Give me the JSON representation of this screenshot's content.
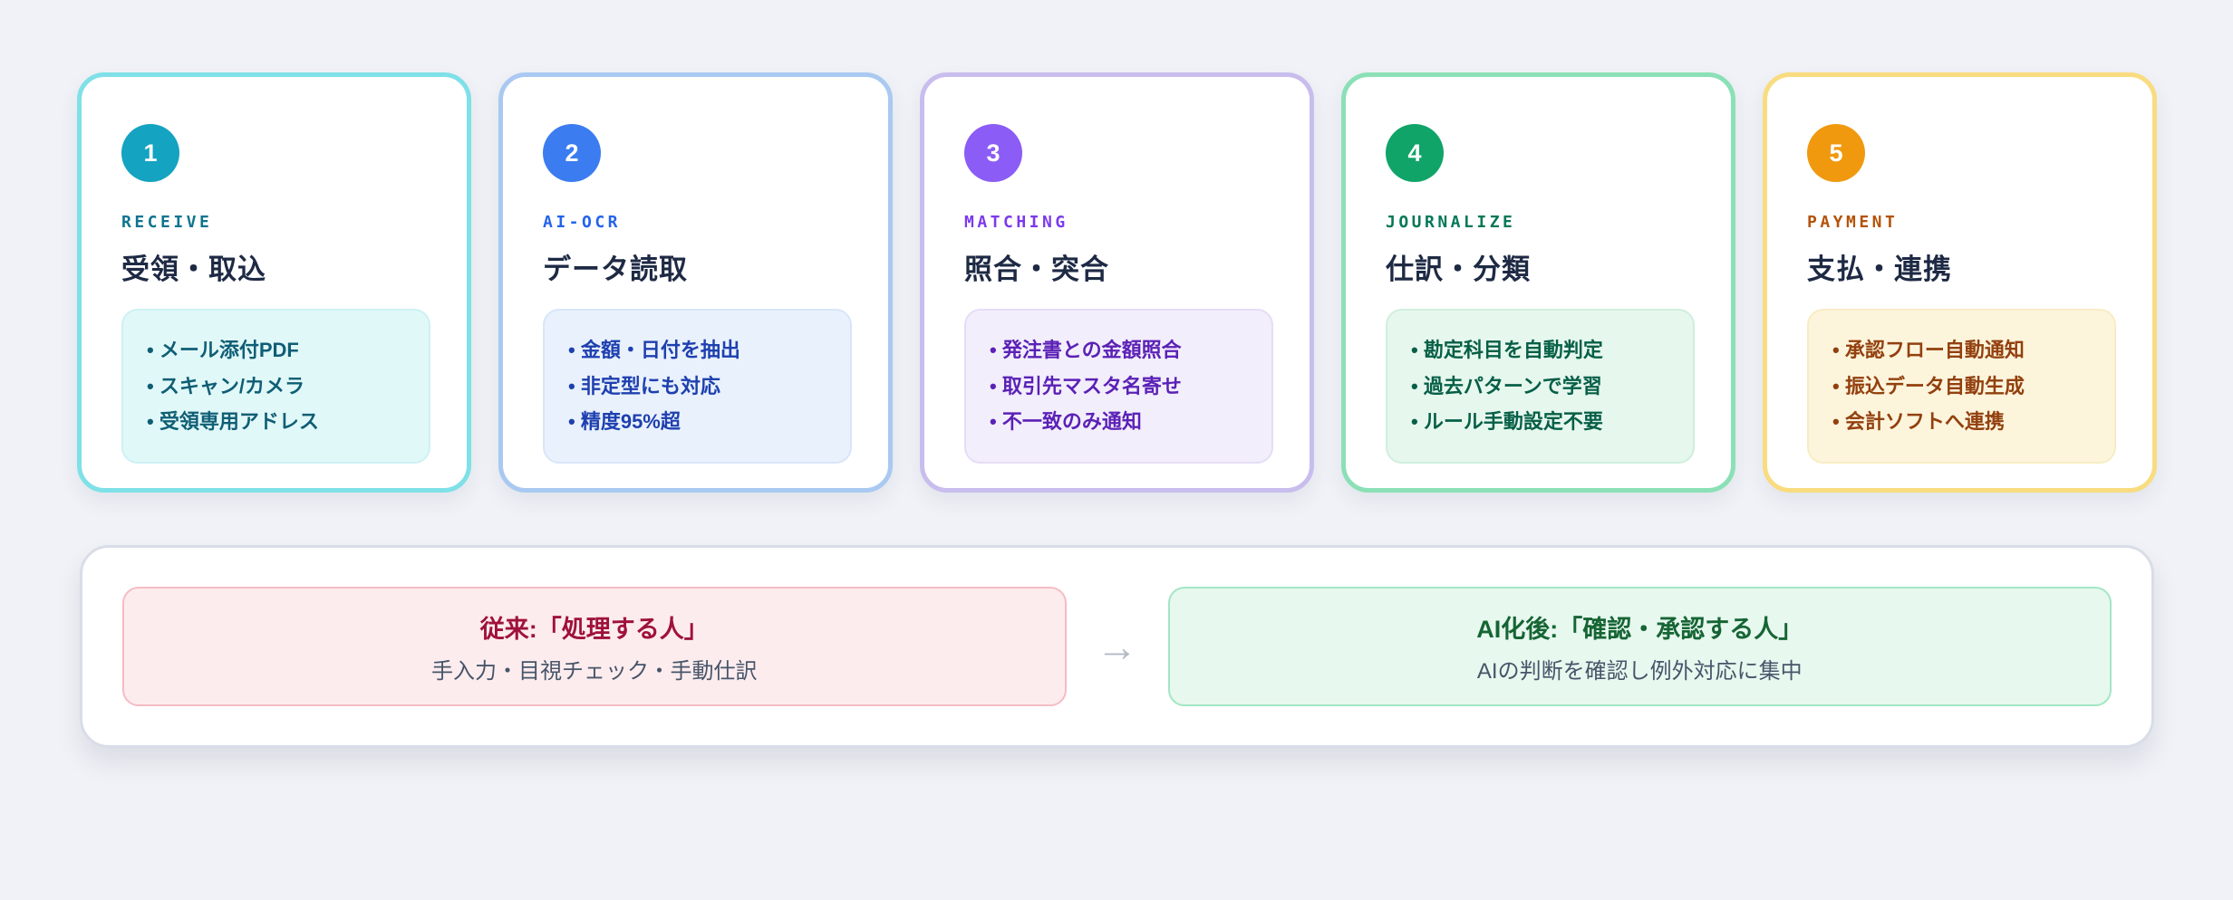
{
  "page": {
    "background_color": "#f0f2f7",
    "card_bg_color": "#ffffff",
    "title_text_color": "#1e2a44",
    "subtitle_text_color": "#475569"
  },
  "steps": [
    {
      "number": "1",
      "label": "RECEIVE",
      "title": "受領・取込",
      "bullets": [
        "メール添付PDF",
        "スキャン/カメラ",
        "受領専用アドレス"
      ],
      "colors": {
        "circle": "#14a3c0",
        "border": "#7fe0e8",
        "label": "#0e7490",
        "bullet": "#0f5e75",
        "box_bg": "#e1f8f8",
        "box_border": "#cdf1f3"
      }
    },
    {
      "number": "2",
      "label": "AI-OCR",
      "title": "データ読取",
      "bullets": [
        "金額・日付を抽出",
        "非定型にも対応",
        "精度95%超"
      ],
      "colors": {
        "circle": "#3b7cf0",
        "border": "#a9c9f1",
        "label": "#2563eb",
        "bullet": "#1e40af",
        "box_bg": "#e9f1fc",
        "box_border": "#d8e6f9"
      }
    },
    {
      "number": "3",
      "label": "MATCHING",
      "title": "照合・突合",
      "bullets": [
        "発注書との金額照合",
        "取引先マスタ名寄せ",
        "不一致のみ通知"
      ],
      "colors": {
        "circle": "#8b5cf6",
        "border": "#c9bdee",
        "label": "#7c3aed",
        "bullet": "#5b21b6",
        "box_bg": "#f2eefb",
        "box_border": "#e5ddf7"
      }
    },
    {
      "number": "4",
      "label": "JOURNALIZE",
      "title": "仕訳・分類",
      "bullets": [
        "勘定科目を自動判定",
        "過去パターンで学習",
        "ルール手動設定不要"
      ],
      "colors": {
        "circle": "#10a468",
        "border": "#8be0b6",
        "label": "#047857",
        "bullet": "#065f46",
        "box_bg": "#e6f7ee",
        "box_border": "#cfefdd"
      }
    },
    {
      "number": "5",
      "label": "PAYMENT",
      "title": "支払・連携",
      "bullets": [
        "承認フロー自動通知",
        "振込データ自動生成",
        "会計ソフトへ連携"
      ],
      "colors": {
        "circle": "#f0990f",
        "border": "#f8dc7f",
        "label": "#b45309",
        "bullet": "#92400e",
        "box_bg": "#fdf4dc",
        "box_border": "#f8ecc4"
      }
    }
  ],
  "comparison": {
    "before": {
      "title": "従来:「処理する人」",
      "subtitle": "手入力・目視チェック・手動仕訳",
      "bg_color": "#fdecee",
      "border_color": "#f5bcc4",
      "title_color": "#9f1239"
    },
    "arrow_glyph": "→",
    "after": {
      "title": "AI化後:「確認・承認する人」",
      "subtitle": "AIの判断を確認し例外対応に集中",
      "bg_color": "#e7f8ef",
      "border_color": "#a3e6c4",
      "title_color": "#166534"
    }
  }
}
